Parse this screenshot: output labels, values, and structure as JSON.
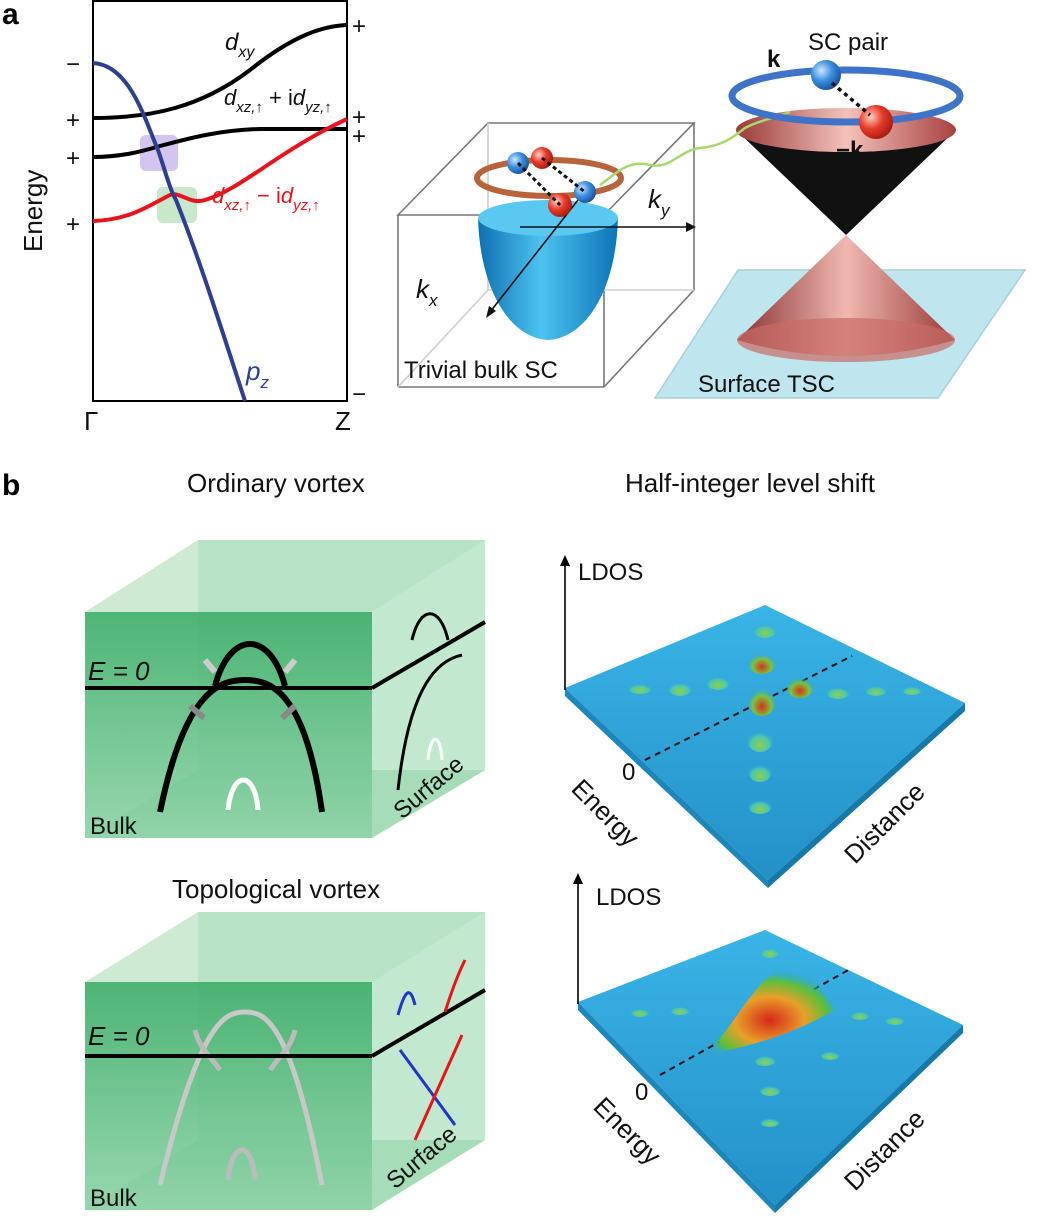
{
  "panel_a": {
    "label": "a",
    "band_plot": {
      "y_axis_label": "Energy",
      "x_ticks": [
        "Γ",
        "Z"
      ],
      "bands": {
        "dxy": {
          "base": "d",
          "sub": "xy"
        },
        "dplus": {
          "p1": "d",
          "s1": "xz,↑",
          "mid": " + i",
          "p2": "d",
          "s2": "yz,↑"
        },
        "dminus": {
          "p1": "d",
          "s1": "xz,↑",
          "mid": " − i",
          "p2": "d",
          "s2": "yz,↑"
        },
        "pz": {
          "base": "p",
          "sub": "z"
        }
      },
      "parity_left": [
        "−",
        "+",
        "+",
        "+"
      ],
      "parity_right": [
        "+",
        "+",
        "+",
        "−"
      ],
      "colors": {
        "pz": "#2f3f8f",
        "dminus": "#e8141c",
        "d_black": "#000000",
        "purple_box": "#c9b7ec",
        "green_box": "#bfe3c2"
      }
    },
    "schematic": {
      "bulk_label": "Trivial bulk SC",
      "surface_label": "Surface TSC",
      "kx": {
        "base": "k",
        "sub": "x"
      },
      "ky": {
        "base": "k",
        "sub": "y"
      },
      "pair_label": "SC pair",
      "k_label": "k",
      "minus_k_label": "−k",
      "colors": {
        "paraboloid": "#1a9ad6",
        "cone": "#d98a86",
        "surface": "#bfe6ee",
        "ring": "#3f73c8",
        "electron": "#e83a2a"
      }
    }
  },
  "panel_b": {
    "label": "b",
    "left_title": "Ordinary vortex",
    "right_title": "Half-integer level shift",
    "lower_left_title": "Topological vortex",
    "cube_top": {
      "e0": "E = 0",
      "bulk": "Bulk",
      "surface": "Surface"
    },
    "cube_bottom": {
      "e0": "E = 0",
      "bulk": "Bulk",
      "surface": "Surface"
    },
    "ldos_top": {
      "axis_z": "LDOS",
      "axis_energy": "Energy",
      "axis_distance": "Distance",
      "zero": "0"
    },
    "ldos_bottom": {
      "axis_z": "LDOS",
      "axis_energy": "Energy",
      "axis_distance": "Distance",
      "zero": "0"
    },
    "colors": {
      "cube_green": "#5fc28a",
      "plane_blue": "#2aa4d8",
      "peak_red": "#d8321e"
    }
  }
}
